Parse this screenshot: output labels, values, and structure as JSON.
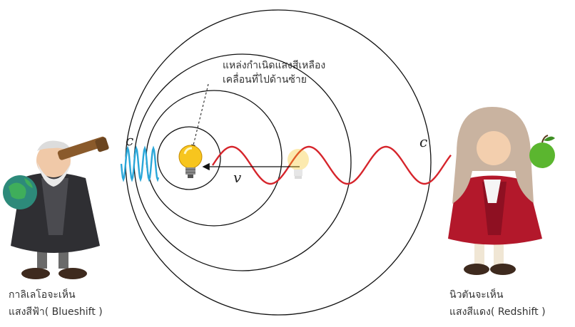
{
  "source_label": {
    "line1": "แหล่งกำเนิดแสงสีเหลือง",
    "line2": "เคลื่อนที่ไปด้านซ้าย"
  },
  "symbols": {
    "c_left": "c",
    "c_right": "c",
    "v": "v"
  },
  "observer_left": {
    "line1": "กาลิเลโอจะเห็น",
    "line2": "แสงสีฟ้า( Blueshift )"
  },
  "observer_right": {
    "line1": "นิวตันจะเห็น",
    "line2": "แสงสีแดง( Redshift )"
  },
  "colors": {
    "blue_wave": "#2aa7d9",
    "red_wave": "#d6242b",
    "bulb_yellow": "#f7c51e",
    "circles": "#111111"
  },
  "icons": [
    "galileo-figure",
    "newton-figure",
    "light-bulb-icon",
    "faded-bulb-icon",
    "telescope-icon",
    "apple-icon",
    "globe-icon"
  ]
}
